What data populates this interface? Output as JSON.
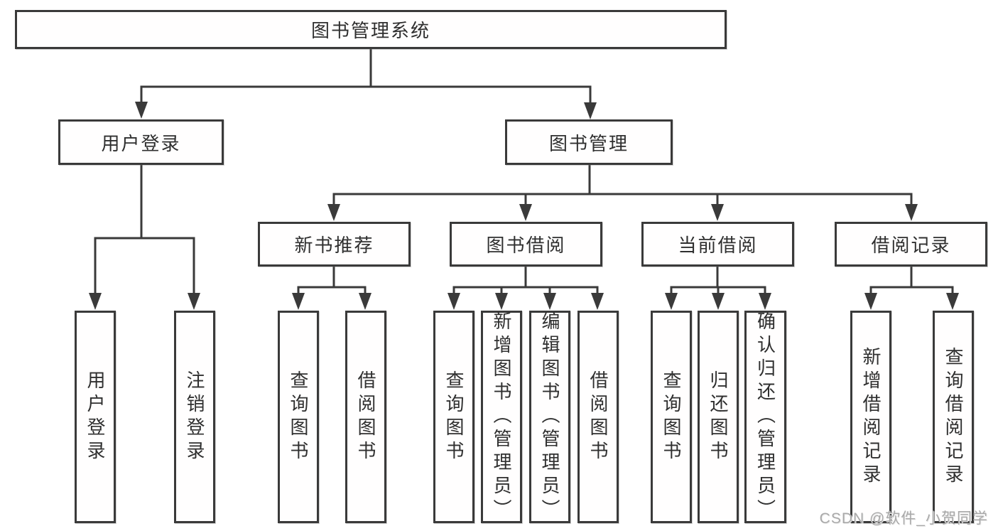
{
  "diagram": {
    "root": "图书管理系统",
    "branches": {
      "user_login": {
        "label": "用户登录",
        "children": [
          "用户登录",
          "注销登录"
        ]
      },
      "book_management": {
        "label": "图书管理",
        "children": [
          {
            "label": "新书推荐",
            "children": [
              "查询图书",
              "借阅图书"
            ]
          },
          {
            "label": "图书借阅",
            "children": [
              "查询图书",
              "新增图书（管理员）",
              "编辑图书（管理员）",
              "借阅图书"
            ]
          },
          {
            "label": "当前借阅",
            "children": [
              "查询图书",
              "归还图书",
              "确认归还（管理员）"
            ]
          },
          {
            "label": "借阅记录",
            "children": [
              "新增借阅记录",
              "查询借阅记录"
            ]
          }
        ]
      }
    }
  },
  "watermark": {
    "text": "CSDN @软件_小贺同学"
  },
  "colors": {
    "line": "#3a3a3a",
    "text": "#2f2f2f",
    "box_background": "#fffefe",
    "watermark": "#a9a9a9",
    "background": "#ffffff"
  }
}
